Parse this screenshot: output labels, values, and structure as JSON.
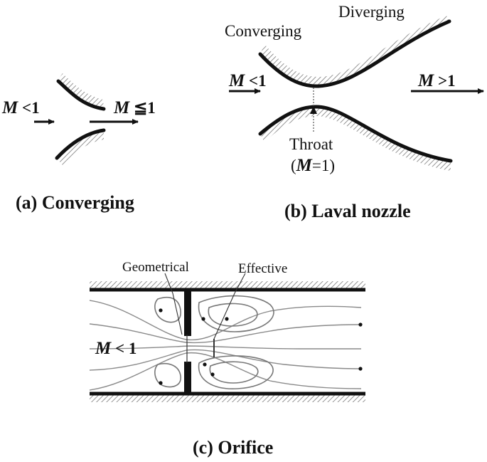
{
  "panel_a": {
    "mach_in_symbol": "M",
    "mach_in_rel": "<1",
    "mach_out_symbol": "M",
    "mach_out_rel": "≦1",
    "caption": "(a) Converging"
  },
  "panel_b": {
    "converging_label": "Converging",
    "diverging_label": "Diverging",
    "mach_in_symbol": "M",
    "mach_in_rel": "<1",
    "mach_out_symbol": "M",
    "mach_out_rel": ">1",
    "throat_label": "Throat",
    "throat_condition_open": "(",
    "throat_condition_symbol": "M",
    "throat_condition_rel": "=1)",
    "caption": "(b) Laval nozzle"
  },
  "panel_c": {
    "geometrical_label": "Geometrical",
    "effective_label": "Effective",
    "mach_symbol": "M",
    "mach_rel": "< 1",
    "caption": "(c) Orifice"
  },
  "colors": {
    "ink": "#111111",
    "hatch": "#7a7a7a",
    "streamline": "#8a8a8a"
  }
}
